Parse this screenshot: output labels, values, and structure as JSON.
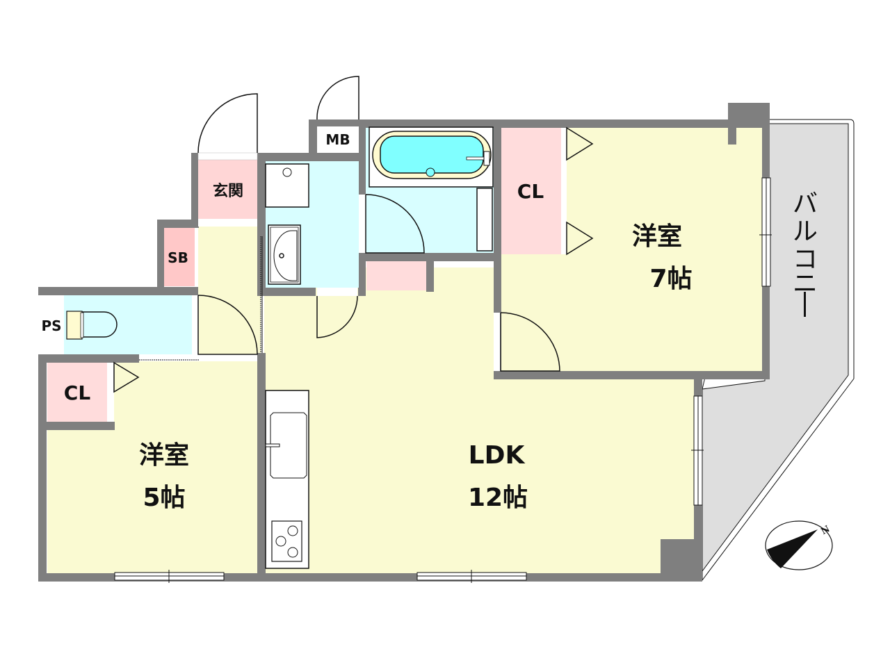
{
  "plan": {
    "colors": {
      "room": "#fafad2",
      "wet": "#d8feff",
      "storage": "#ffdcdc",
      "sb": "#ffc8c8",
      "balcony": "#dedede",
      "wall": "#7f7f7f",
      "tub_water": "#80ffff",
      "tub_rim": "#fffbd0"
    },
    "rooms": {
      "genkan": "玄関",
      "mb": "MB",
      "sb": "SB",
      "ps": "PS",
      "cl_top": "CL",
      "cl_left": "CL",
      "western_7": {
        "name": "洋室",
        "size": "7帖"
      },
      "western_5": {
        "name": "洋室",
        "size": "5帖"
      },
      "ldk": {
        "name": "LDK",
        "size": "12帖"
      },
      "balcony": [
        "バ",
        "ル",
        "コ",
        "ニ",
        "ー"
      ]
    },
    "compass": {
      "label": "N"
    }
  }
}
